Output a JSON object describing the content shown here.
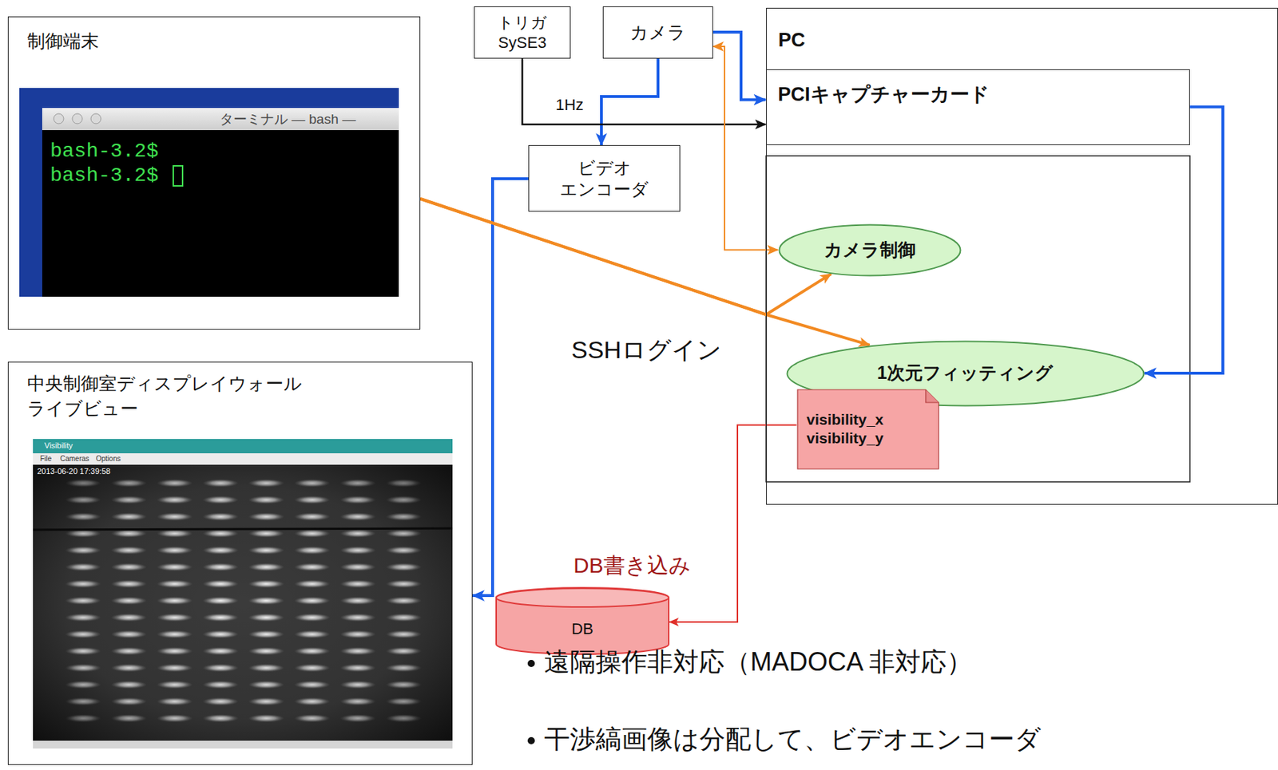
{
  "diagram": {
    "nodes": [
      {
        "text": [
          "制御端末"
        ]
      },
      {
        "text": [
          "トリガ SySE3"
        ]
      },
      {
        "text": [
          "カメラ"
        ]
      },
      {
        "text": [
          "PC"
        ]
      },
      {
        "text": [
          "PCIキャプチャーカード"
        ],
        "in": 3
      },
      {
        "text": [
          "ビデオ エンコーダ"
        ]
      },
      {
        "text": [
          "カメラ制御"
        ],
        "in": 3
      },
      {
        "text": [
          "1次元フィッティング"
        ],
        "in": 3
      },
      {
        "text": [
          "visibility_x visibility_y"
        ],
        "in": 3
      },
      {
        "text": [
          "中央制御室ディスプレイウォール",
          "ライブビュー"
        ]
      },
      {
        "text": [
          "DB"
        ]
      }
    ],
    "edges": [
      {
        "from": 2,
        "to": 4,
        "arrow": "to"
      },
      {
        "from": 2,
        "to": 5,
        "arrow": "to"
      },
      {
        "from": 1,
        "to": 4,
        "arrow": "to",
        "label": "1Hz"
      },
      {
        "from": 6,
        "to": 2,
        "arrow": "both"
      },
      {
        "from": 5,
        "to": 9,
        "arrow": "to"
      },
      {
        "from": 4,
        "to": 7,
        "arrow": "to"
      },
      {
        "from": 0,
        "to": 6,
        "arrow": "to"
      },
      {
        "from": 0,
        "to": 7,
        "arrow": "to",
        "label": "SSHログイン"
      },
      {
        "from": 8,
        "to": 10,
        "arrow": "to",
        "label": "DB書き込み"
      }
    ],
    "labels": [
      "ターミナル — bash —",
      "bash-3.2$",
      "bash-3.2$",
      "Visibility",
      "File",
      "Cameras",
      "Options",
      "2013-06-20 17:39:58",
      "遠隔操作非対応（MADOCA 非対応）",
      "干渉縞画像は分配して、ビデオエンコーダ"
    ]
  }
}
